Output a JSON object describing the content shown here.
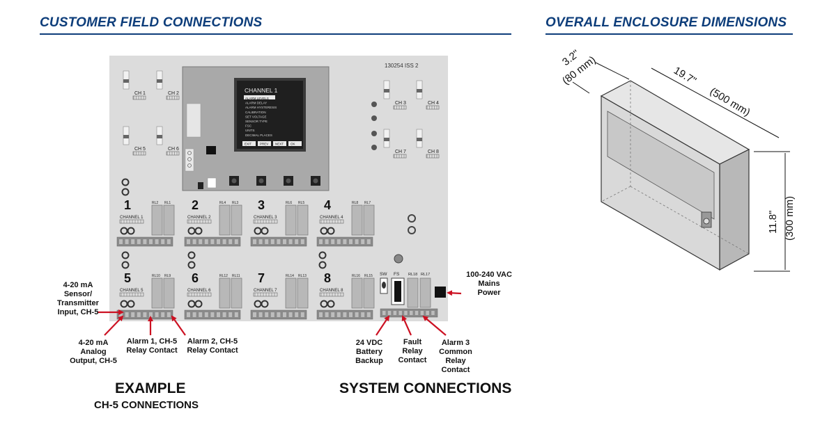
{
  "headers": {
    "left": "CUSTOMER FIELD CONNECTIONS",
    "right": "OVERALL ENCLOSURE DIMENSIONS"
  },
  "board": {
    "part_number": "130254 ISS 2",
    "display": {
      "title": "CHANNEL 1",
      "menu": [
        "ALARM LEVELS",
        "ALARM DELAY",
        "ALARM HYSTERESIS",
        "CALIBRATION",
        "SET VOLTAGE",
        "SENSOR TYPE",
        "FSC",
        "UNITS",
        "DECIMAL PLACES"
      ],
      "softkeys": [
        "EXIT",
        "PREV",
        "NEXT",
        "OK"
      ]
    },
    "ch_switches": [
      "CH 1",
      "CH 2",
      "CH 5",
      "CH 6",
      "CH 3",
      "CH 4",
      "CH 7",
      "CH 8"
    ],
    "channels": [
      {
        "num": "1",
        "label": "CHANNEL 1",
        "relays": [
          "RL2",
          "RL1"
        ]
      },
      {
        "num": "2",
        "label": "CHANNEL 2",
        "relays": [
          "RL4",
          "RL3"
        ]
      },
      {
        "num": "3",
        "label": "CHANNEL 3",
        "relays": [
          "RL6",
          "RL5"
        ]
      },
      {
        "num": "4",
        "label": "CHANNEL 4",
        "relays": [
          "RL8",
          "RL7"
        ]
      },
      {
        "num": "5",
        "label": "CHANNEL 5",
        "relays": [
          "RL10",
          "RL9"
        ]
      },
      {
        "num": "6",
        "label": "CHANNEL 6",
        "relays": [
          "RL12",
          "RL11"
        ]
      },
      {
        "num": "7",
        "label": "CHANNEL 7",
        "relays": [
          "RL14",
          "RL13"
        ]
      },
      {
        "num": "8",
        "label": "CHANNEL 8",
        "relays": [
          "RL16",
          "RL15"
        ]
      }
    ],
    "system": {
      "sw": "SW",
      "fs": "FS",
      "relays": [
        "RL18",
        "RL17"
      ]
    }
  },
  "annotations": {
    "sensor_input": "4-20 mA\nSensor/\nTransmitter\nInput, CH-5",
    "analog_output": "4-20 mA\nAnalog\nOutput, CH-5",
    "alarm1": "Alarm 1, CH-5\nRelay Contact",
    "alarm2": "Alarm 2, CH-5\nRelay Contact",
    "battery": "24 VDC\nBattery\nBackup",
    "fault": "Fault\nRelay\nContact",
    "alarm3": "Alarm 3\nCommon\nRelay\nContact",
    "mains": "100-240 VAC\nMains\nPower"
  },
  "captions": {
    "example": "EXAMPLE",
    "example_sub": "CH-5 CONNECTIONS",
    "system": "SYSTEM CONNECTIONS"
  },
  "dimensions": {
    "depth": {
      "in": "3.2\"",
      "mm": "(80 mm)"
    },
    "width": {
      "in": "19.7\"",
      "mm": "(500 mm)"
    },
    "height": {
      "in": "11.8\"",
      "mm": "(300 mm)"
    }
  },
  "colors": {
    "header": "#0d3d7a",
    "arrow": "#cc1122",
    "board": "#dcdcdc",
    "relay": "#b8b8b8",
    "terminal": "#8a8a8a",
    "enclosure": "#d9d9d9"
  }
}
